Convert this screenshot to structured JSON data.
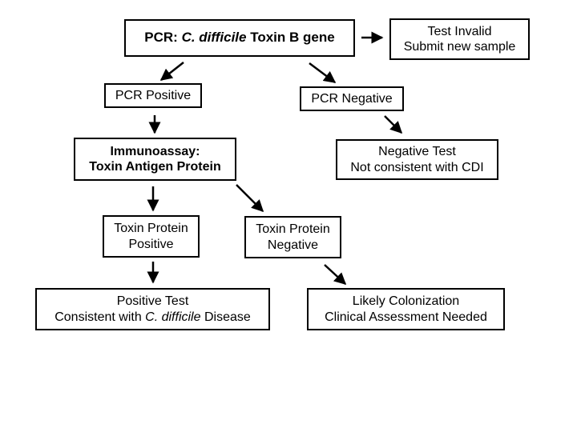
{
  "pcr_test": {
    "prefix": "PCR: ",
    "organism": "C. difficile",
    "suffix": " Toxin B gene"
  },
  "invalid": {
    "line1": "Test Invalid",
    "line2": "Submit new sample"
  },
  "pcr_positive": {
    "label": "PCR Positive"
  },
  "pcr_negative": {
    "label": "PCR Negative"
  },
  "immunoassay": {
    "line1": "Immunoassay:",
    "line2": "Toxin Antigen Protein"
  },
  "negative_test": {
    "line1": "Negative Test",
    "line2": "Not consistent with CDI"
  },
  "toxin_positive": {
    "line1": "Toxin Protein",
    "line2": "Positive"
  },
  "toxin_negative": {
    "line1": "Toxin Protein",
    "line2": "Negative"
  },
  "positive_test": {
    "line1": "Positive Test",
    "line2_prefix": "Consistent with ",
    "line2_organism": "C. difficile",
    "line2_suffix": " Disease"
  },
  "colonization": {
    "line1": "Likely Colonization",
    "line2": "Clinical Assessment Needed"
  }
}
